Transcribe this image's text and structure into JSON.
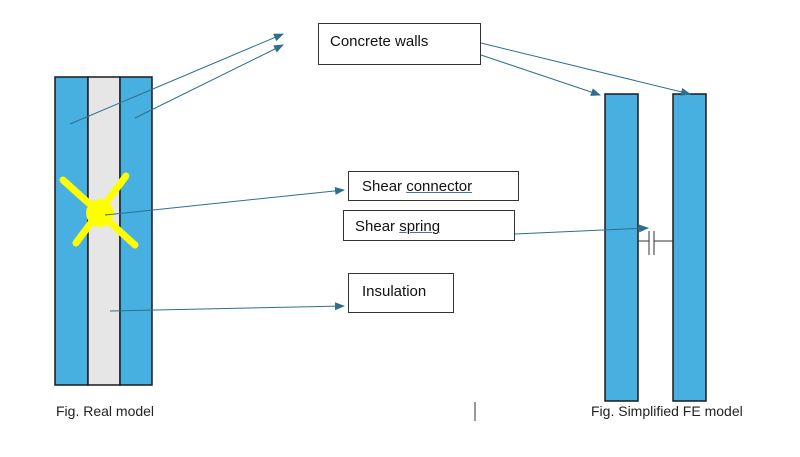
{
  "labels": {
    "concrete_walls": "Concrete walls",
    "shear_connector_prefix": "Shear ",
    "shear_connector_word": "connector",
    "shear_spring_prefix": "Shear ",
    "shear_spring_word": "spring",
    "insulation": "Insulation"
  },
  "captions": {
    "real_model": "Fig. Real model",
    "fe_model": "Fig. Simplified FE model"
  },
  "colors": {
    "wall_fill": "#47b0e0",
    "insulation_fill": "#e6e6e6",
    "connector": "#ffff00",
    "arrow": "#2e6f8e",
    "outline": "#1a1a1a"
  }
}
